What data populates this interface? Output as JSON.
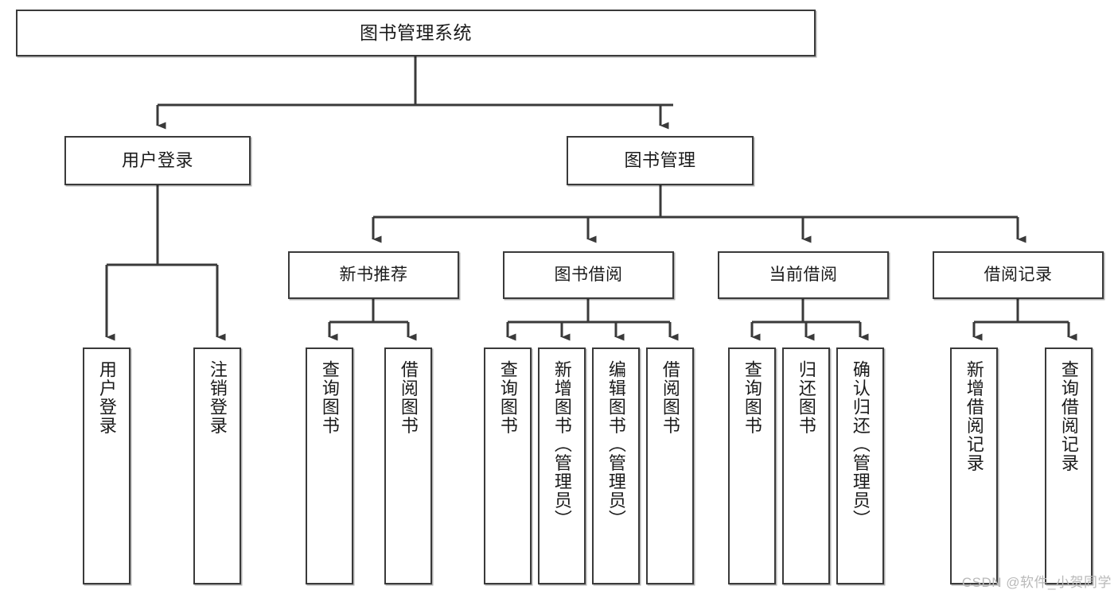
{
  "diagram": {
    "title": "图书管理系统",
    "type": "tree-hierarchy-chart",
    "watermark": "CSDN @软件_小贺同学",
    "colors": {
      "box_border": "#3a3a3a",
      "box_fill": "#ffffff",
      "connector": "#3a3a3a",
      "text": "#1b1b1b",
      "watermark": "#b9b9b9"
    }
  },
  "root": {
    "label": "图书管理系统"
  },
  "level2": [
    {
      "id": "user-login",
      "label": "用户登录"
    },
    {
      "id": "book-management",
      "label": "图书管理"
    }
  ],
  "level3": [
    {
      "id": "new-book-recommend",
      "label": "新书推荐"
    },
    {
      "id": "book-borrow",
      "label": "图书借阅"
    },
    {
      "id": "current-borrow",
      "label": "当前借阅"
    },
    {
      "id": "borrow-record",
      "label": "借阅记录"
    }
  ],
  "leaves": {
    "user_login": [
      {
        "id": "leaf-user-login",
        "label": "用户登录"
      },
      {
        "id": "leaf-logout-login",
        "label": "注销登录"
      }
    ],
    "new_book_recommend": [
      {
        "id": "leaf-query-book-1",
        "label": "查询图书"
      },
      {
        "id": "leaf-borrow-book-1",
        "label": "借阅图书"
      }
    ],
    "book_borrow": [
      {
        "id": "leaf-query-book-2",
        "label": "查询图书"
      },
      {
        "id": "leaf-add-book",
        "label": "新增图书（管理员）"
      },
      {
        "id": "leaf-edit-book",
        "label": "编辑图书（管理员）"
      },
      {
        "id": "leaf-borrow-book-2",
        "label": "借阅图书"
      }
    ],
    "current_borrow": [
      {
        "id": "leaf-query-book-3",
        "label": "查询图书"
      },
      {
        "id": "leaf-return-book",
        "label": "归还图书"
      },
      {
        "id": "leaf-confirm-return",
        "label": "确认归还（管理员）"
      }
    ],
    "borrow_record": [
      {
        "id": "leaf-add-record",
        "label": "新增借阅记录"
      },
      {
        "id": "leaf-query-record",
        "label": "查询借阅记录"
      }
    ]
  }
}
